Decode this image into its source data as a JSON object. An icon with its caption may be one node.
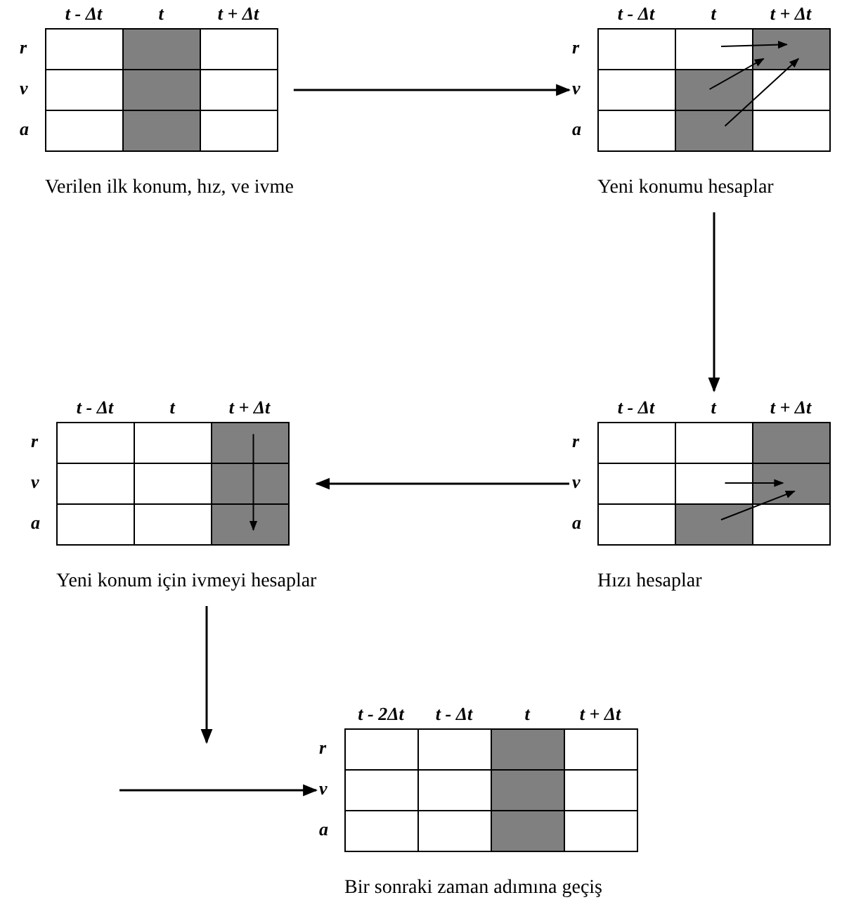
{
  "diagram": {
    "nodes": [
      {
        "text": [
          "t - Δt",
          "t",
          "t + Δt",
          "r",
          "v",
          "a"
        ],
        "beside": [
          "Verilen ilk konum, hız, ve ivme"
        ]
      },
      {
        "text": [
          "t - Δt",
          "t",
          "t + Δt",
          "r",
          "v",
          "a"
        ],
        "beside": [
          "Yeni konumu hesaplar"
        ]
      },
      {
        "text": [
          "t - Δt",
          "t",
          "t + Δt",
          "r",
          "v",
          "a"
        ],
        "beside": [
          "Hızı hesaplar"
        ]
      },
      {
        "text": [
          "t - Δt",
          "t",
          "t + Δt",
          "r",
          "v",
          "a"
        ],
        "beside": [
          "Yeni konum için ivmeyi hesaplar"
        ]
      },
      {
        "text": [
          "t - 2Δt",
          "t - Δt",
          "t",
          "t + Δt",
          "r",
          "v",
          "a"
        ],
        "beside": [
          "Bir sonraki zaman adımına geçiş"
        ]
      }
    ],
    "edges": [
      {
        "from": 0,
        "to": 1,
        "arrow": "to"
      },
      {
        "from": 1,
        "to": 2,
        "arrow": "to"
      },
      {
        "from": 2,
        "to": 3,
        "arrow": "to"
      },
      {
        "from": 3,
        "to": null,
        "arrow": "to"
      },
      {
        "from": null,
        "to": 4,
        "arrow": "to"
      }
    ]
  }
}
